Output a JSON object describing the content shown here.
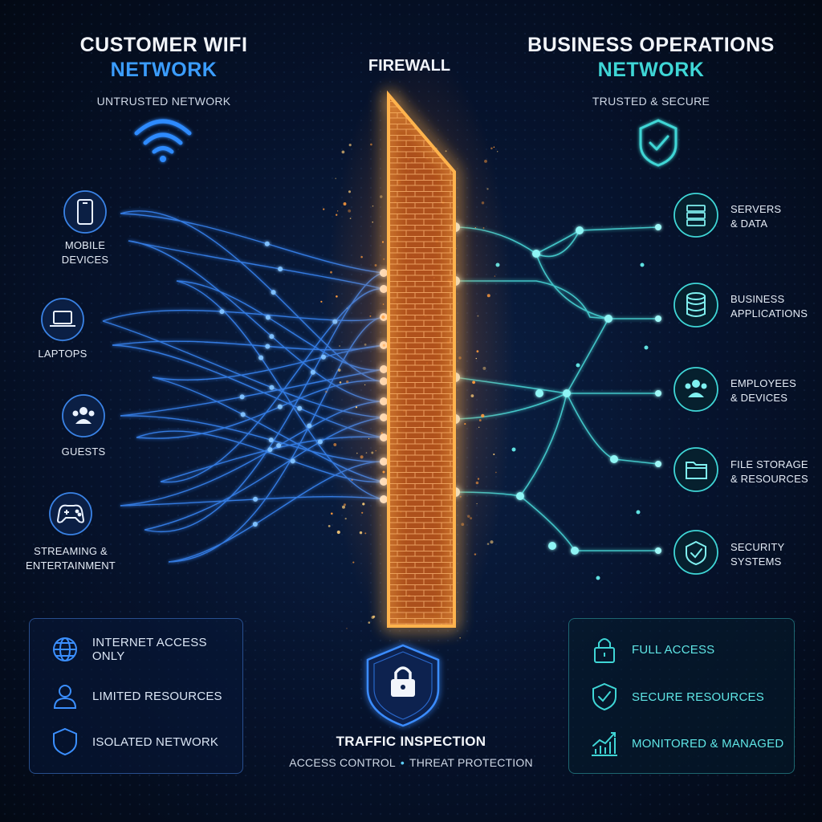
{
  "left_header": {
    "title_line1": "CUSTOMER WIFI",
    "title_line2": "NETWORK",
    "subtitle": "UNTRUSTED NETWORK"
  },
  "firewall": {
    "title": "FIREWALL"
  },
  "right_header": {
    "title_line1": "BUSINESS OPERATIONS",
    "title_line2": "NETWORK",
    "subtitle": "TRUSTED & SECURE"
  },
  "left_nodes": [
    {
      "line1": "MOBILE",
      "line2": "DEVICES",
      "icon": "smartphone-icon"
    },
    {
      "line1": "LAPTOPS",
      "line2": "",
      "icon": "laptop-icon"
    },
    {
      "line1": "GUESTS",
      "line2": "",
      "icon": "guests-icon"
    },
    {
      "line1": "STREAMING &",
      "line2": "ENTERTAINMENT",
      "icon": "gamepad-icon"
    }
  ],
  "right_nodes": [
    {
      "line1": "SERVERS",
      "line2": "& DATA",
      "icon": "server-icon"
    },
    {
      "line1": "BUSINESS",
      "line2": "APPLICATIONS",
      "icon": "database-icon"
    },
    {
      "line1": "EMPLOYEES",
      "line2": "& DEVICES",
      "icon": "employees-icon"
    },
    {
      "line1": "FILE STORAGE",
      "line2": "& RESOURCES",
      "icon": "folder-icon"
    },
    {
      "line1": "SECURITY",
      "line2": "SYSTEMS",
      "icon": "shield-check-icon"
    }
  ],
  "left_panel": [
    {
      "label": "INTERNET ACCESS ONLY",
      "icon": "globe-icon"
    },
    {
      "label": "LIMITED RESOURCES",
      "icon": "user-icon"
    },
    {
      "label": "ISOLATED NETWORK",
      "icon": "shield-icon"
    }
  ],
  "right_panel": [
    {
      "label": "FULL ACCESS",
      "icon": "lock-icon"
    },
    {
      "label": "SECURE RESOURCES",
      "icon": "shield-check-icon"
    },
    {
      "label": "MONITORED & MANAGED",
      "icon": "chart-icon"
    }
  ],
  "inspection": {
    "title": "TRAFFIC INSPECTION",
    "item1": "ACCESS CONTROL",
    "separator": "•",
    "item2": "THREAT PROTECTION"
  },
  "colors": {
    "untrusted": "#3b9dff",
    "trusted": "#3fd6d6",
    "firewall": "#ff8a2a",
    "text": "#e8eef8"
  }
}
